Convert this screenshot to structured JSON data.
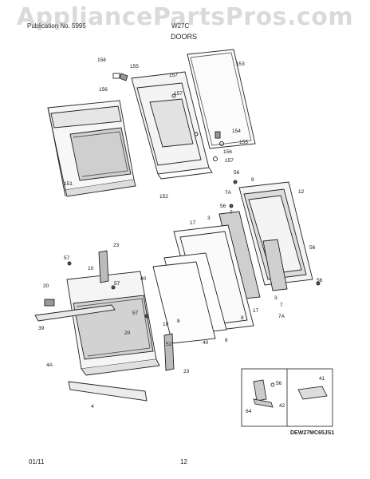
{
  "watermark": "AppliancePartsPros.com",
  "header": {
    "left": "Publication No. 5995",
    "model": "W27C",
    "title": "DOORS"
  },
  "footer": {
    "date": "01/11",
    "page": "12"
  },
  "diagram_code": "DEW27MC65JS1",
  "part_labels": [
    "158",
    "155",
    "153",
    "156",
    "157",
    "157",
    "154",
    "155",
    "156",
    "157",
    "151",
    "152",
    "56",
    "9",
    "12",
    "7A",
    "56",
    "7",
    "3",
    "17",
    "56",
    "23",
    "57",
    "10",
    "40",
    "20",
    "57",
    "57",
    "39",
    "10",
    "52",
    "8",
    "40",
    "6",
    "8",
    "7",
    "17",
    "7A",
    "3",
    "56",
    "4A",
    "20",
    "23",
    "4",
    "41",
    "56",
    "64",
    "42"
  ]
}
